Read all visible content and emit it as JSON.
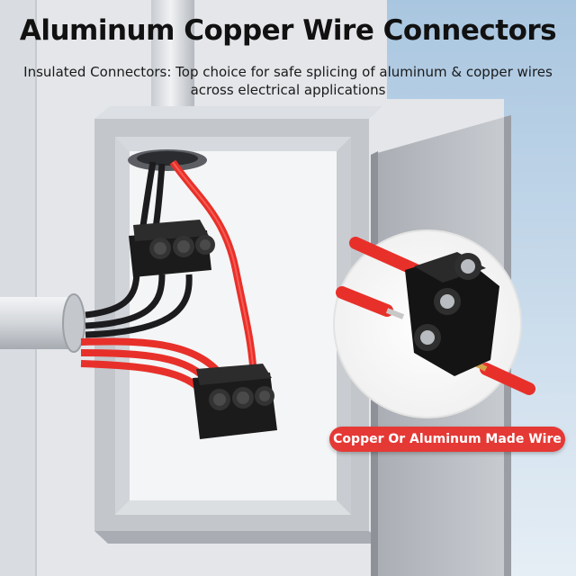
{
  "heading": {
    "title": "Aluminum Copper Wire Connectors",
    "subtitle_line1": "Insulated Connectors: Top choice for safe splicing of aluminum & copper wires",
    "subtitle_line2": "across electrical applications"
  },
  "callout": {
    "label": "Copper Or Aluminum Made Wire"
  },
  "colors": {
    "accent_red": "#e53935",
    "wire_red": "#e8302a",
    "box_gray": "#b9bdc3",
    "connector_black": "#1b1b1b"
  }
}
